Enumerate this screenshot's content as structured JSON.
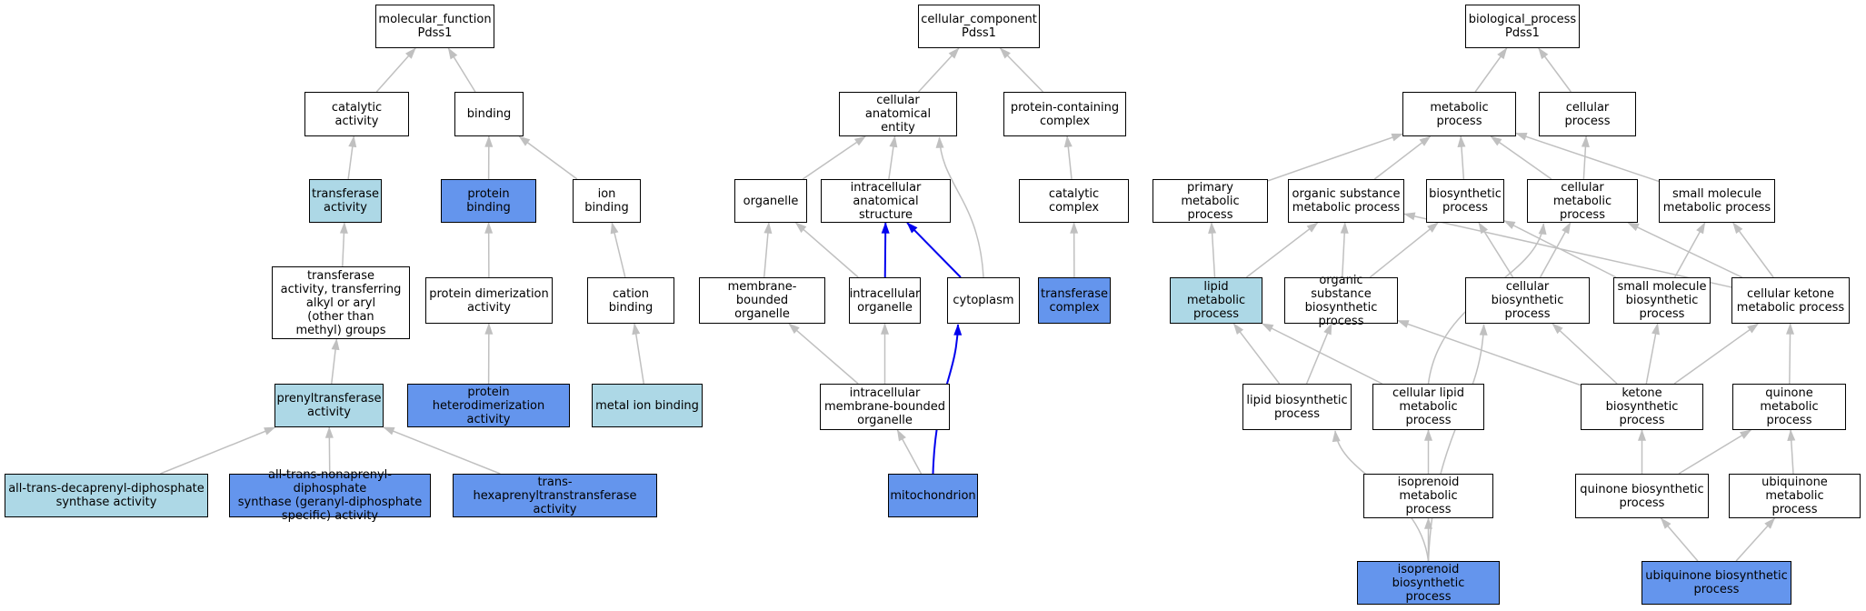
{
  "colors": {
    "plain": "#ffffff",
    "light": "#add8e6",
    "medium": "#6495ed",
    "gray_edge": "#c0c0c0",
    "blue_edge": "#0000ee"
  },
  "nodes": {
    "mf_root": {
      "label": "molecular_function\nPdss1",
      "fill": "plain"
    },
    "catalytic": {
      "label": "catalytic activity",
      "fill": "plain"
    },
    "binding": {
      "label": "binding",
      "fill": "plain"
    },
    "transferase": {
      "label": "transferase\nactivity",
      "fill": "light"
    },
    "protein_binding": {
      "label": "protein binding",
      "fill": "medium"
    },
    "ion_binding": {
      "label": "ion binding",
      "fill": "plain"
    },
    "transf_alkyl": {
      "label": "transferase\nactivity, transferring\nalkyl or aryl\n(other than\nmethyl) groups",
      "fill": "plain"
    },
    "prot_dimer": {
      "label": "protein dimerization\nactivity",
      "fill": "plain"
    },
    "cation_binding": {
      "label": "cation binding",
      "fill": "plain"
    },
    "prenyltrans": {
      "label": "prenyltransferase\nactivity",
      "fill": "light"
    },
    "prot_hetero": {
      "label": "protein heterodimerization\nactivity",
      "fill": "medium"
    },
    "metal_ion": {
      "label": "metal ion binding",
      "fill": "light"
    },
    "decaprenyl": {
      "label": "all-trans-decaprenyl-diphosphate\nsynthase activity",
      "fill": "light"
    },
    "nonaprenyl": {
      "label": "all-trans-nonaprenyl-diphosphate\nsynthase (geranyl-diphosphate\nspecific) activity",
      "fill": "medium"
    },
    "hexaprenyl": {
      "label": "trans-hexaprenyltranstransferase\nactivity",
      "fill": "medium"
    },
    "cc_root": {
      "label": "cellular_component\nPdss1",
      "fill": "plain"
    },
    "cell_anat": {
      "label": "cellular anatomical\nentity",
      "fill": "plain"
    },
    "prot_complex": {
      "label": "protein-containing\ncomplex",
      "fill": "plain"
    },
    "organelle": {
      "label": "organelle",
      "fill": "plain"
    },
    "intra_anat": {
      "label": "intracellular\nanatomical structure",
      "fill": "plain"
    },
    "cat_complex": {
      "label": "catalytic complex",
      "fill": "plain"
    },
    "memb_organelle": {
      "label": "membrane-bounded\norganelle",
      "fill": "plain"
    },
    "intra_organelle": {
      "label": "intracellular\norganelle",
      "fill": "plain"
    },
    "cytoplasm": {
      "label": "cytoplasm",
      "fill": "plain"
    },
    "transf_complex": {
      "label": "transferase\ncomplex",
      "fill": "medium"
    },
    "intra_memb_org": {
      "label": "intracellular\nmembrane-bounded\norganelle",
      "fill": "plain"
    },
    "mitochondrion": {
      "label": "mitochondrion",
      "fill": "medium"
    },
    "bp_root": {
      "label": "biological_process\nPdss1",
      "fill": "plain"
    },
    "metabolic": {
      "label": "metabolic process",
      "fill": "plain"
    },
    "cellular_proc": {
      "label": "cellular process",
      "fill": "plain"
    },
    "primary_met": {
      "label": "primary metabolic\nprocess",
      "fill": "plain"
    },
    "org_sub_met": {
      "label": "organic substance\nmetabolic process",
      "fill": "plain"
    },
    "biosynthetic": {
      "label": "biosynthetic\nprocess",
      "fill": "plain"
    },
    "cell_met": {
      "label": "cellular metabolic\nprocess",
      "fill": "plain"
    },
    "small_mol_met": {
      "label": "small molecule\nmetabolic process",
      "fill": "plain"
    },
    "lipid_met": {
      "label": "lipid metabolic\nprocess",
      "fill": "light"
    },
    "org_sub_bio": {
      "label": "organic substance\nbiosynthetic\nprocess",
      "fill": "plain"
    },
    "cell_bio": {
      "label": "cellular biosynthetic\nprocess",
      "fill": "plain"
    },
    "small_mol_bio": {
      "label": "small molecule\nbiosynthetic\nprocess",
      "fill": "plain"
    },
    "cell_ketone": {
      "label": "cellular ketone\nmetabolic process",
      "fill": "plain"
    },
    "lipid_bio": {
      "label": "lipid biosynthetic\nprocess",
      "fill": "plain"
    },
    "cell_lipid": {
      "label": "cellular lipid\nmetabolic process",
      "fill": "plain"
    },
    "ketone_bio": {
      "label": "ketone biosynthetic\nprocess",
      "fill": "plain"
    },
    "quinone_met": {
      "label": "quinone metabolic\nprocess",
      "fill": "plain"
    },
    "isoprenoid_met": {
      "label": "isoprenoid metabolic\nprocess",
      "fill": "plain"
    },
    "quinone_bio": {
      "label": "quinone biosynthetic\nprocess",
      "fill": "plain"
    },
    "ubiquinone_met": {
      "label": "ubiquinone metabolic\nprocess",
      "fill": "plain"
    },
    "isoprenoid_bio": {
      "label": "isoprenoid biosynthetic\nprocess",
      "fill": "medium"
    },
    "ubiquinone_bio": {
      "label": "ubiquinone biosynthetic\nprocess",
      "fill": "medium"
    }
  },
  "edges": [
    {
      "from": "catalytic",
      "to": "mf_root",
      "color": "gray"
    },
    {
      "from": "binding",
      "to": "mf_root",
      "color": "gray"
    },
    {
      "from": "transferase",
      "to": "catalytic",
      "color": "gray"
    },
    {
      "from": "protein_binding",
      "to": "binding",
      "color": "gray"
    },
    {
      "from": "ion_binding",
      "to": "binding",
      "color": "gray"
    },
    {
      "from": "transf_alkyl",
      "to": "transferase",
      "color": "gray"
    },
    {
      "from": "prot_dimer",
      "to": "protein_binding",
      "color": "gray"
    },
    {
      "from": "cation_binding",
      "to": "ion_binding",
      "color": "gray"
    },
    {
      "from": "prenyltrans",
      "to": "transf_alkyl",
      "color": "gray"
    },
    {
      "from": "prot_hetero",
      "to": "prot_dimer",
      "color": "gray"
    },
    {
      "from": "metal_ion",
      "to": "cation_binding",
      "color": "gray"
    },
    {
      "from": "decaprenyl",
      "to": "prenyltrans",
      "color": "gray"
    },
    {
      "from": "nonaprenyl",
      "to": "prenyltrans",
      "color": "gray"
    },
    {
      "from": "hexaprenyl",
      "to": "prenyltrans",
      "color": "gray"
    },
    {
      "from": "cell_anat",
      "to": "cc_root",
      "color": "gray"
    },
    {
      "from": "prot_complex",
      "to": "cc_root",
      "color": "gray"
    },
    {
      "from": "organelle",
      "to": "cell_anat",
      "color": "gray"
    },
    {
      "from": "intra_anat",
      "to": "cell_anat",
      "color": "gray"
    },
    {
      "from": "cytoplasm",
      "to": "cell_anat",
      "color": "gray",
      "curve": true
    },
    {
      "from": "cat_complex",
      "to": "prot_complex",
      "color": "gray"
    },
    {
      "from": "memb_organelle",
      "to": "organelle",
      "color": "gray"
    },
    {
      "from": "intra_organelle",
      "to": "organelle",
      "color": "gray"
    },
    {
      "from": "intra_organelle",
      "to": "intra_anat",
      "color": "blue"
    },
    {
      "from": "cytoplasm",
      "to": "intra_anat",
      "color": "blue"
    },
    {
      "from": "transf_complex",
      "to": "cat_complex",
      "color": "gray"
    },
    {
      "from": "intra_memb_org",
      "to": "memb_organelle",
      "color": "gray"
    },
    {
      "from": "intra_memb_org",
      "to": "intra_organelle",
      "color": "gray"
    },
    {
      "from": "mitochondrion",
      "to": "intra_memb_org",
      "color": "gray"
    },
    {
      "from": "mitochondrion",
      "to": "cytoplasm",
      "color": "blue",
      "curve": true
    },
    {
      "from": "metabolic",
      "to": "bp_root",
      "color": "gray"
    },
    {
      "from": "cellular_proc",
      "to": "bp_root",
      "color": "gray"
    },
    {
      "from": "primary_met",
      "to": "metabolic",
      "color": "gray"
    },
    {
      "from": "org_sub_met",
      "to": "metabolic",
      "color": "gray"
    },
    {
      "from": "biosynthetic",
      "to": "metabolic",
      "color": "gray"
    },
    {
      "from": "cell_met",
      "to": "metabolic",
      "color": "gray"
    },
    {
      "from": "cell_met",
      "to": "cellular_proc",
      "color": "gray"
    },
    {
      "from": "small_mol_met",
      "to": "metabolic",
      "color": "gray"
    },
    {
      "from": "lipid_met",
      "to": "primary_met",
      "color": "gray"
    },
    {
      "from": "lipid_met",
      "to": "org_sub_met",
      "color": "gray"
    },
    {
      "from": "org_sub_bio",
      "to": "org_sub_met",
      "color": "gray"
    },
    {
      "from": "org_sub_bio",
      "to": "biosynthetic",
      "color": "gray"
    },
    {
      "from": "cell_bio",
      "to": "biosynthetic",
      "color": "gray"
    },
    {
      "from": "cell_bio",
      "to": "cell_met",
      "color": "gray"
    },
    {
      "from": "small_mol_bio",
      "to": "biosynthetic",
      "color": "gray"
    },
    {
      "from": "small_mol_bio",
      "to": "small_mol_met",
      "color": "gray"
    },
    {
      "from": "cell_ketone",
      "to": "cell_met",
      "color": "gray"
    },
    {
      "from": "cell_ketone",
      "to": "small_mol_met",
      "color": "gray"
    },
    {
      "from": "cell_ketone",
      "to": "org_sub_met",
      "color": "gray"
    },
    {
      "from": "lipid_bio",
      "to": "lipid_met",
      "color": "gray"
    },
    {
      "from": "lipid_bio",
      "to": "org_sub_bio",
      "color": "gray"
    },
    {
      "from": "cell_lipid",
      "to": "lipid_met",
      "color": "gray"
    },
    {
      "from": "cell_lipid",
      "to": "cell_met",
      "color": "gray",
      "curve": true
    },
    {
      "from": "ketone_bio",
      "to": "cell_bio",
      "color": "gray"
    },
    {
      "from": "ketone_bio",
      "to": "small_mol_bio",
      "color": "gray"
    },
    {
      "from": "ketone_bio",
      "to": "cell_ketone",
      "color": "gray"
    },
    {
      "from": "ketone_bio",
      "to": "org_sub_bio",
      "color": "gray"
    },
    {
      "from": "quinone_met",
      "to": "cell_ketone",
      "color": "gray"
    },
    {
      "from": "isoprenoid_met",
      "to": "cell_lipid",
      "color": "gray"
    },
    {
      "from": "quinone_bio",
      "to": "ketone_bio",
      "color": "gray"
    },
    {
      "from": "quinone_bio",
      "to": "quinone_met",
      "color": "gray"
    },
    {
      "from": "ubiquinone_met",
      "to": "quinone_met",
      "color": "gray"
    },
    {
      "from": "isoprenoid_bio",
      "to": "isoprenoid_met",
      "color": "gray"
    },
    {
      "from": "isoprenoid_bio",
      "to": "lipid_bio",
      "color": "gray",
      "curve": true
    },
    {
      "from": "isoprenoid_bio",
      "to": "cell_bio",
      "color": "gray",
      "curve": true
    },
    {
      "from": "ubiquinone_bio",
      "to": "quinone_bio",
      "color": "gray"
    },
    {
      "from": "ubiquinone_bio",
      "to": "ubiquinone_met",
      "color": "gray"
    }
  ]
}
